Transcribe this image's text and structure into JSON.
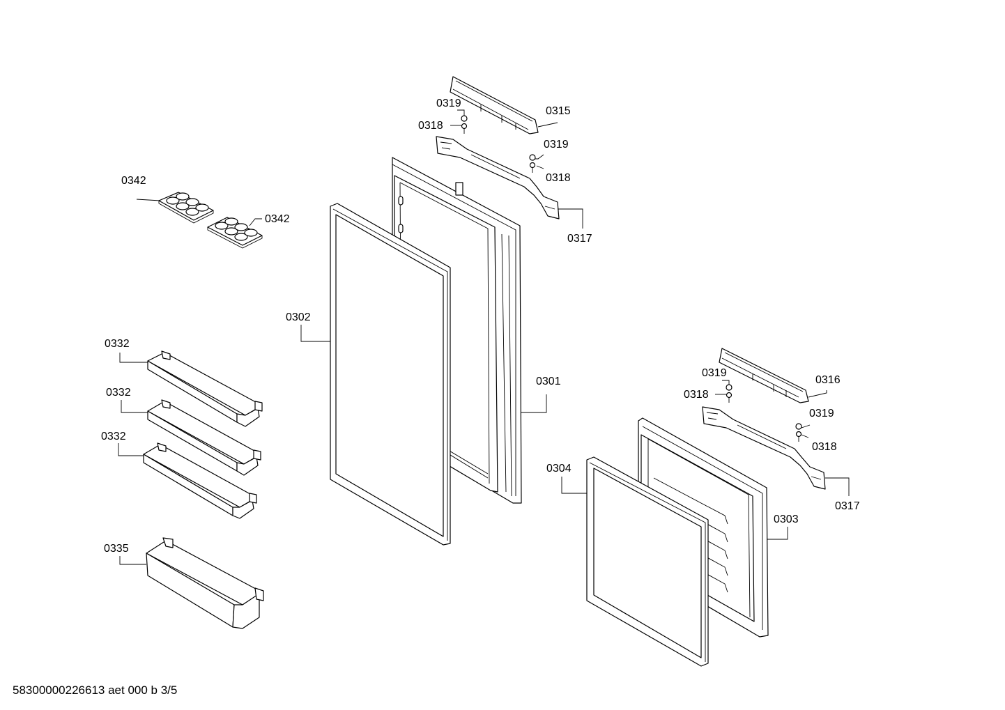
{
  "footer": "58300000226613 aet 000 b 3/5",
  "labels": {
    "l0319a": "0319",
    "l0318a": "0318",
    "l0315": "0315",
    "l0319b": "0319",
    "l0318b": "0318",
    "l0317a": "0317",
    "l0342a": "0342",
    "l0342b": "0342",
    "l0302": "0302",
    "l0301": "0301",
    "l0332a": "0332",
    "l0332b": "0332",
    "l0332c": "0332",
    "l0335": "0335",
    "l0319c": "0319",
    "l0318c": "0318",
    "l0316": "0316",
    "l0319d": "0319",
    "l0318d": "0318",
    "l0317b": "0317",
    "l0304": "0304",
    "l0303": "0303"
  }
}
